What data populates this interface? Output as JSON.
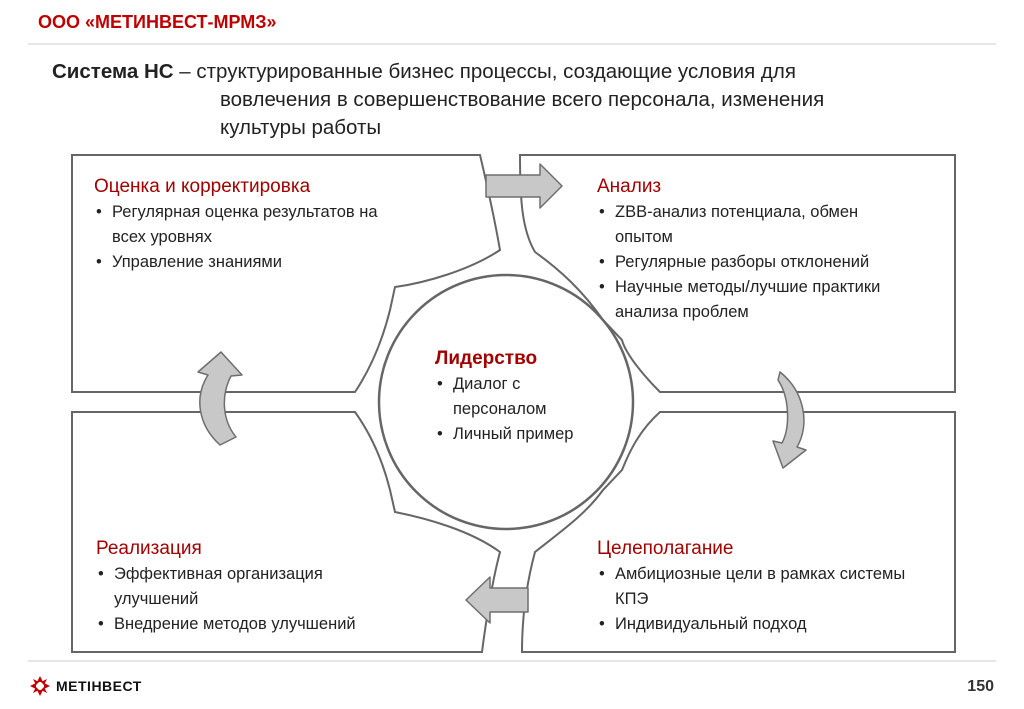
{
  "header": {
    "title": "ООО «МЕТИНВЕСТ-МРМЗ»"
  },
  "definition": {
    "label": "Система НС",
    "line1": " – структурированные бизнес процессы, создающие условия для",
    "line2": "вовлечения в совершенствование всего персонала, изменения",
    "line3": "культуры работы"
  },
  "quadrants": {
    "top_left": {
      "title": "Оценка и корректировка",
      "items": [
        "Регулярная оценка результатов на всех уровнях",
        "Управление знаниями"
      ]
    },
    "top_right": {
      "title": "Анализ",
      "items": [
        "ZBB-анализ потенциала, обмен опытом",
        "Регулярные разборы отклонений",
        "Научные методы/лучшие практики анализа проблем"
      ]
    },
    "bottom_left": {
      "title": "Реализация",
      "items": [
        "Эффективная организация улучшений",
        "Внедрение методов улучшений"
      ]
    },
    "bottom_right": {
      "title": "Целеполагание",
      "items": [
        "Амбициозные цели в рамках системы КПЭ",
        "Индивидуальный подход"
      ]
    }
  },
  "center": {
    "title": "Лидерство",
    "items": [
      "Диалог с персоналом",
      "Личный пример"
    ]
  },
  "footer": {
    "logo_text": "МЕТІНВЕСТ",
    "page_number": "150"
  },
  "colors": {
    "accent": "#c00000",
    "heading": "#a30000",
    "arrow_fill": "#c8c8c8",
    "arrow_stroke": "#6e6e6e"
  }
}
